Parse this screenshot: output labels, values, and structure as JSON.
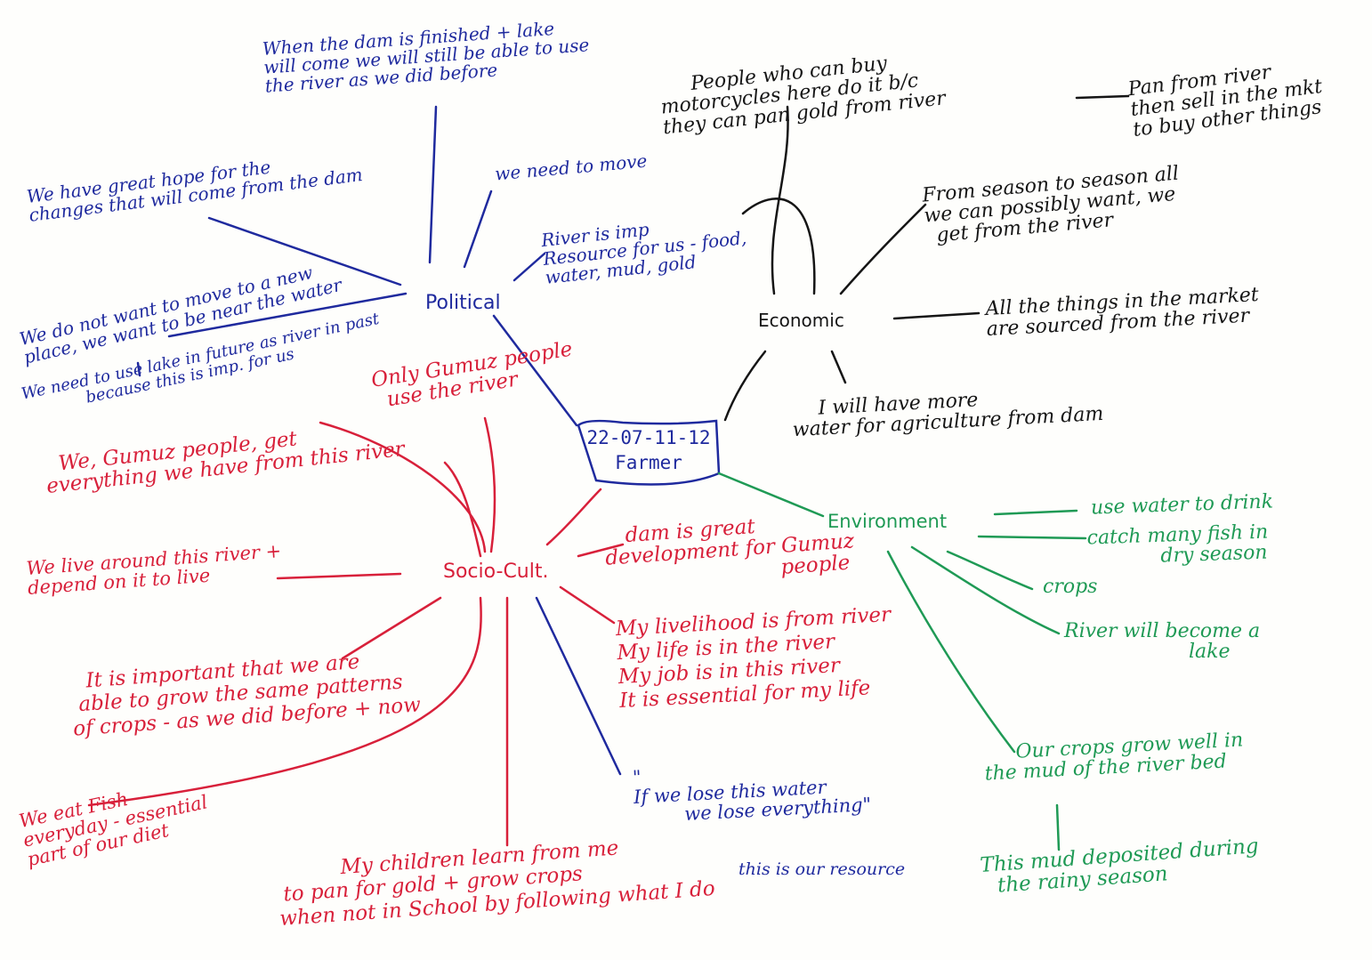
{
  "center": {
    "date": "22-07-11-12",
    "role": "Farmer"
  },
  "hubs": {
    "political": "Political",
    "economic": "Economic",
    "socio_cult": "Socio-Cult.",
    "environment": "Environment"
  },
  "political_notes": {
    "dam_finished": [
      "When the dam is finished + lake",
      "will come we will still be able to use",
      "the river as we did before"
    ],
    "great_hope": [
      "We have great hope for the",
      "changes that will come from the dam"
    ],
    "need_to_move": [
      "we need to move"
    ],
    "river_imp": [
      "River is imp",
      "Resource for us - food,",
      "water, mud, gold"
    ],
    "not_move": [
      "We do not want to move to a new",
      "place, we want to be near the water"
    ],
    "use_lake": [
      "We need to use lake in future as river in past",
      "because this is imp. for us"
    ]
  },
  "economic_notes": {
    "motorcycles": [
      "People who can buy",
      "motorcycles here do it b/c",
      "they can pan gold from river"
    ],
    "pan_from_river": [
      "Pan from river",
      "then sell in the mkt",
      "to buy other things"
    ],
    "season": [
      "From season to season all",
      "we can possibly want, we",
      "get from the river"
    ],
    "market": [
      "All the things in the market",
      "are sourced from the river"
    ],
    "more_water": [
      "I will have more",
      "water for agriculture from dam"
    ]
  },
  "socio_notes": {
    "only_gumuz": [
      "Only Gumuz people",
      "use the river"
    ],
    "we_gumuz": [
      "We, Gumuz people, get",
      "everything we have from this river"
    ],
    "dam_great": [
      "dam is great",
      "development for Gumuz",
      "people"
    ],
    "live_around": [
      "We live around this river +",
      "depend on it to live"
    ],
    "livelihood": [
      "My livelihood is from river",
      "My life is in the river",
      "My job is in this river",
      "It is essential for my life"
    ],
    "important": [
      "It is important that we are",
      "able to grow the same patterns",
      "of crops - as we did before + now"
    ],
    "eat_fish": [
      "We eat Fish",
      "everyday - essential",
      "part of our diet"
    ],
    "lose_water": [
      "\"",
      "If we lose this water",
      "we lose everything\""
    ],
    "resource": [
      "this is our resource"
    ],
    "children": [
      "My children learn from me",
      "to pan for gold + grow crops",
      "when not in School by following what I do"
    ]
  },
  "environment_notes": {
    "drink": [
      "use water to drink"
    ],
    "fish": [
      "catch many fish in",
      "dry season"
    ],
    "crops": [
      "crops"
    ],
    "lake": [
      "River will become a",
      "lake"
    ],
    "crops_grow": [
      "Our crops grow well in",
      "the mud of the river bed"
    ],
    "mud": [
      "This mud deposited during",
      "the rainy season"
    ]
  },
  "colors": {
    "political": "#1f2a9e",
    "economic": "#151515",
    "socio_cult": "#d8203a",
    "environment": "#1f9a55"
  }
}
